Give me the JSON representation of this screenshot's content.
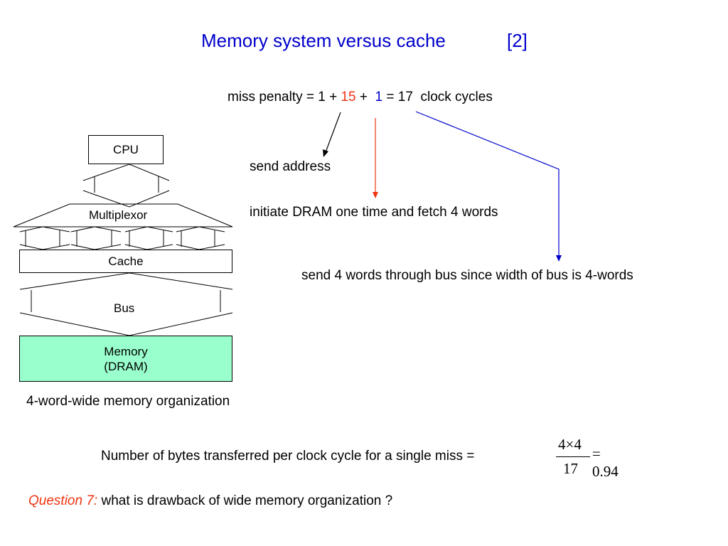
{
  "slide": {
    "title": "Memory system versus cache",
    "title_number": "[2]",
    "equation": {
      "prefix": "miss penalty = 1 + ",
      "term_red": "15",
      "middle": " +  ",
      "term_blue": "1",
      "suffix": " = 17  clock cycles"
    },
    "steps": {
      "send_address": "send address",
      "initiate_dram": "initiate DRAM one time and fetch 4 words",
      "send_words": "send 4 words through bus since width of bus is 4-words"
    },
    "diagram": {
      "cpu": "CPU",
      "multiplexor": "Multiplexor",
      "cache": "Cache",
      "bus": "Bus",
      "memory_line1": "Memory",
      "memory_line2": "(DRAM)",
      "caption": "4-word-wide memory organization"
    },
    "bytes_text": "Number of bytes transferred per clock cycle for a single miss =",
    "formula": {
      "numerator": "4×4",
      "denominator": "17",
      "result": "= 0.94"
    },
    "question": {
      "label": "Question 7",
      "colon": ":",
      "text": " what is drawback of wide memory organization ?"
    },
    "colors": {
      "title": "#0000cc",
      "red_accent": "#ee3311",
      "blue_accent": "#0000cc",
      "memory_fill": "#99ffcc"
    }
  }
}
